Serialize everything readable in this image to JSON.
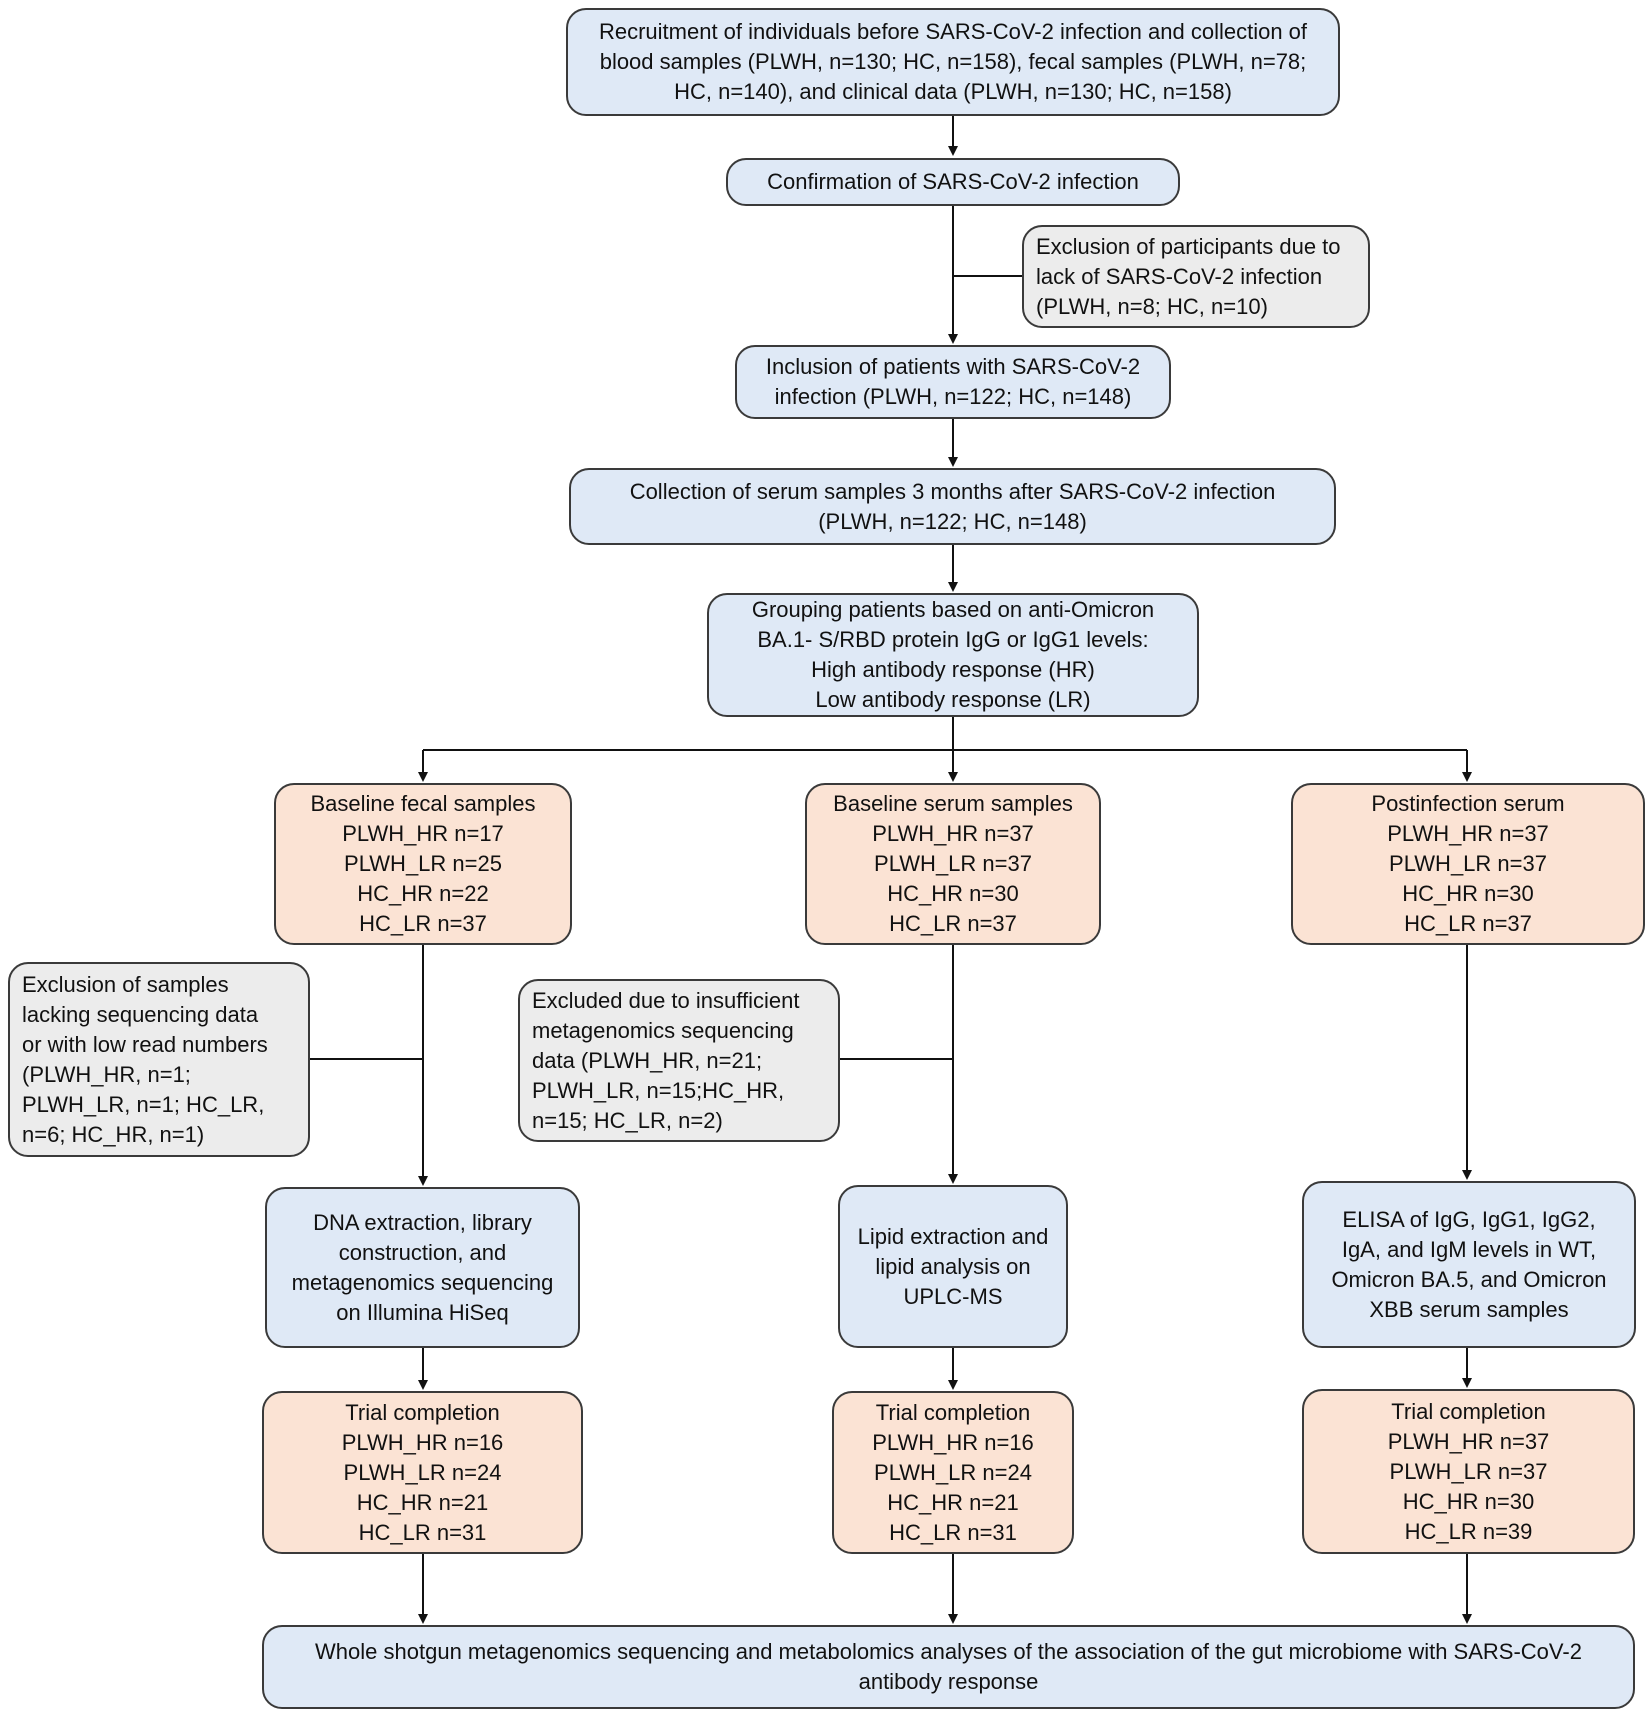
{
  "colors": {
    "blue": "#dfe9f6",
    "orange": "#fbe3d4",
    "gray": "#ececec",
    "border": "#3a3a3a",
    "line": "#111111"
  },
  "boxes": [
    {
      "id": "recruitment",
      "color": "blue",
      "lines": [
        "Recruitment of individuals before SARS-CoV-2 infection and collection of",
        "blood samples (PLWH, n=130; HC, n=158), fecal samples (PLWH, n=78;",
        "HC, n=140), and clinical data (PLWH, n=130; HC, n=158)"
      ]
    },
    {
      "id": "confirmation",
      "color": "blue",
      "lines": [
        "Confirmation of SARS-CoV-2 infection"
      ]
    },
    {
      "id": "exclusion-infection",
      "color": "gray",
      "align": "left",
      "lines": [
        "Exclusion of participants due to",
        "lack of SARS-CoV-2 infection",
        "(PLWH, n=8; HC, n=10)"
      ]
    },
    {
      "id": "inclusion",
      "color": "blue",
      "lines": [
        "Inclusion of patients with SARS-CoV-2",
        "infection (PLWH, n=122; HC, n=148)"
      ]
    },
    {
      "id": "serum-collection",
      "color": "blue",
      "lines": [
        "Collection of serum samples 3 months after SARS-CoV-2 infection",
        "(PLWH, n=122; HC, n=148)"
      ]
    },
    {
      "id": "grouping",
      "color": "blue",
      "lines": [
        "Grouping patients based on anti-Omicron",
        "BA.1- S/RBD protein IgG or IgG1 levels:",
        "High antibody response (HR)",
        "Low antibody response (LR)"
      ]
    },
    {
      "id": "baseline-fecal",
      "color": "orange",
      "lines": [
        "Baseline fecal samples",
        "PLWH_HR n=17",
        "PLWH_LR n=25",
        "HC_HR n=22",
        "HC_LR n=37"
      ]
    },
    {
      "id": "baseline-serum",
      "color": "orange",
      "lines": [
        "Baseline serum samples",
        "PLWH_HR n=37",
        "PLWH_LR n=37",
        "HC_HR n=30",
        "HC_LR n=37"
      ]
    },
    {
      "id": "postinfection-serum",
      "color": "orange",
      "lines": [
        "Postinfection serum",
        "PLWH_HR n=37",
        "PLWH_LR n=37",
        "HC_HR n=30",
        "HC_LR n=37"
      ]
    },
    {
      "id": "exclusion-sequencing",
      "color": "gray",
      "align": "left",
      "lines": [
        "Exclusion of samples",
        "lacking sequencing data",
        "or with low read numbers",
        "(PLWH_HR, n=1;",
        "PLWH_LR, n=1; HC_LR,",
        "n=6;  HC_HR, n=1)"
      ]
    },
    {
      "id": "exclusion-metagenomics",
      "color": "gray",
      "align": "left",
      "lines": [
        "Excluded due to insufficient",
        "metagenomics sequencing",
        "data (PLWH_HR, n=21;",
        "PLWH_LR, n=15;HC_HR,",
        "n=15; HC_LR, n=2)"
      ]
    },
    {
      "id": "dna-extraction",
      "color": "blue",
      "lines": [
        "DNA extraction, library",
        "construction, and",
        "metagenomics sequencing",
        "on Illumina HiSeq"
      ]
    },
    {
      "id": "lipid-extraction",
      "color": "blue",
      "lines": [
        "Lipid extraction and",
        "lipid analysis on",
        "UPLC-MS"
      ]
    },
    {
      "id": "elisa",
      "color": "blue",
      "lines": [
        "ELISA of IgG, IgG1, IgG2,",
        "IgA, and IgM levels in WT,",
        "Omicron BA.5, and Omicron",
        "XBB serum samples"
      ]
    },
    {
      "id": "completion-left",
      "color": "orange",
      "lines": [
        "Trial completion",
        "PLWH_HR n=16",
        "PLWH_LR n=24",
        "HC_HR n=21",
        "HC_LR n=31"
      ]
    },
    {
      "id": "completion-middle",
      "color": "orange",
      "lines": [
        "Trial completion",
        "PLWH_HR n=16",
        "PLWH_LR n=24",
        "HC_HR n=21",
        "HC_LR n=31"
      ]
    },
    {
      "id": "completion-right",
      "color": "orange",
      "lines": [
        "Trial completion",
        "PLWH_HR n=37",
        "PLWH_LR n=37",
        "HC_HR n=30",
        "HC_LR n=39"
      ]
    },
    {
      "id": "final",
      "color": "blue",
      "lines": [
        "Whole shotgun metagenomics sequencing and metabolomics analyses of the association of the gut microbiome with SARS-CoV-2",
        "antibody response"
      ]
    }
  ]
}
